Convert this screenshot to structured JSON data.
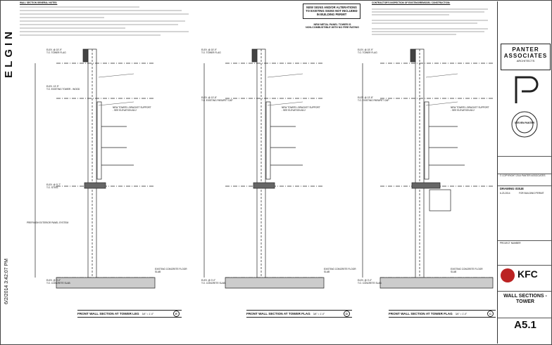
{
  "side": {
    "title": "ELGIN",
    "timestamp": "6/2/2014 3:42:07 PM"
  },
  "header": {
    "general_notes_title": "WALL SECTION GENERAL NOTES:",
    "notes_center": [
      "NEW SIGNS AND/OR ALTERATIONS",
      "TO EXISTING SIGNS NOT INCLUDED",
      "IN BUILDING PERMIT"
    ],
    "panel_note": [
      "NEW METAL PANEL TOWER IS",
      "NON-COMBUSTIBLE WITH NO FIRE RATING"
    ],
    "contractor_title": "CONTRACTOR'S INSPECTION OF EXISTING/REMODEL CONSTRUCTION:"
  },
  "sections": [
    {
      "title": "FRONT WALL SECTION AT TOWER LEG",
      "scale": "3/4\" = 1'-0\"",
      "num": "E"
    },
    {
      "title": "FRONT WALL SECTION AT TOWER FLAG",
      "scale": "3/4\" = 1'-0\"",
      "num": "D"
    },
    {
      "title": "FRONT WALL SECTION AT TOWER FLAG",
      "scale": "3/4\" = 1'-0\"",
      "num": "C"
    }
  ],
  "elevations": [
    "ELEV. @ 15'-9\"",
    "T.O. TOWER FLAG",
    "ELEV. 13'-9\"",
    "T.O. EXISTING TOWER - WOOD",
    "ELEV. @ 13'-8\"",
    "T.O. EXISTING PARAPET CAP",
    "ELEV. @ 9'-7\"",
    "T.O. STEEL",
    "ELEV. @ 0'-0\"",
    "T.O. CONCRETE SLAB"
  ],
  "titleblock": {
    "firm": "PANTER ASSOCIATES",
    "firm_sub": "ARCHITECTS",
    "seal_name": "STEVEN PANTER",
    "client": "KFC",
    "project_label": "PROJECT NUMBER",
    "drawing_issue": "DRAWING ISSUE",
    "issue_date": "6-23-2014",
    "issue_desc": "FOR BUILDING PERMIT",
    "sheet_title": "WALL SECTIONS - TOWER",
    "sheet_number": "A5.1",
    "copyright": "© COPYRIGHT 2014 PANTER ASSOCIATES"
  },
  "notes": {
    "tower_lin": "NEW TOWER L BRACKET SUPPORT - SEE ELEVATION A5.2",
    "flag_note": "PREFINISH EXTERIOR PANEL SYSTEM",
    "fill": "EXISTING CONCRETE FLOOR SLAB"
  }
}
